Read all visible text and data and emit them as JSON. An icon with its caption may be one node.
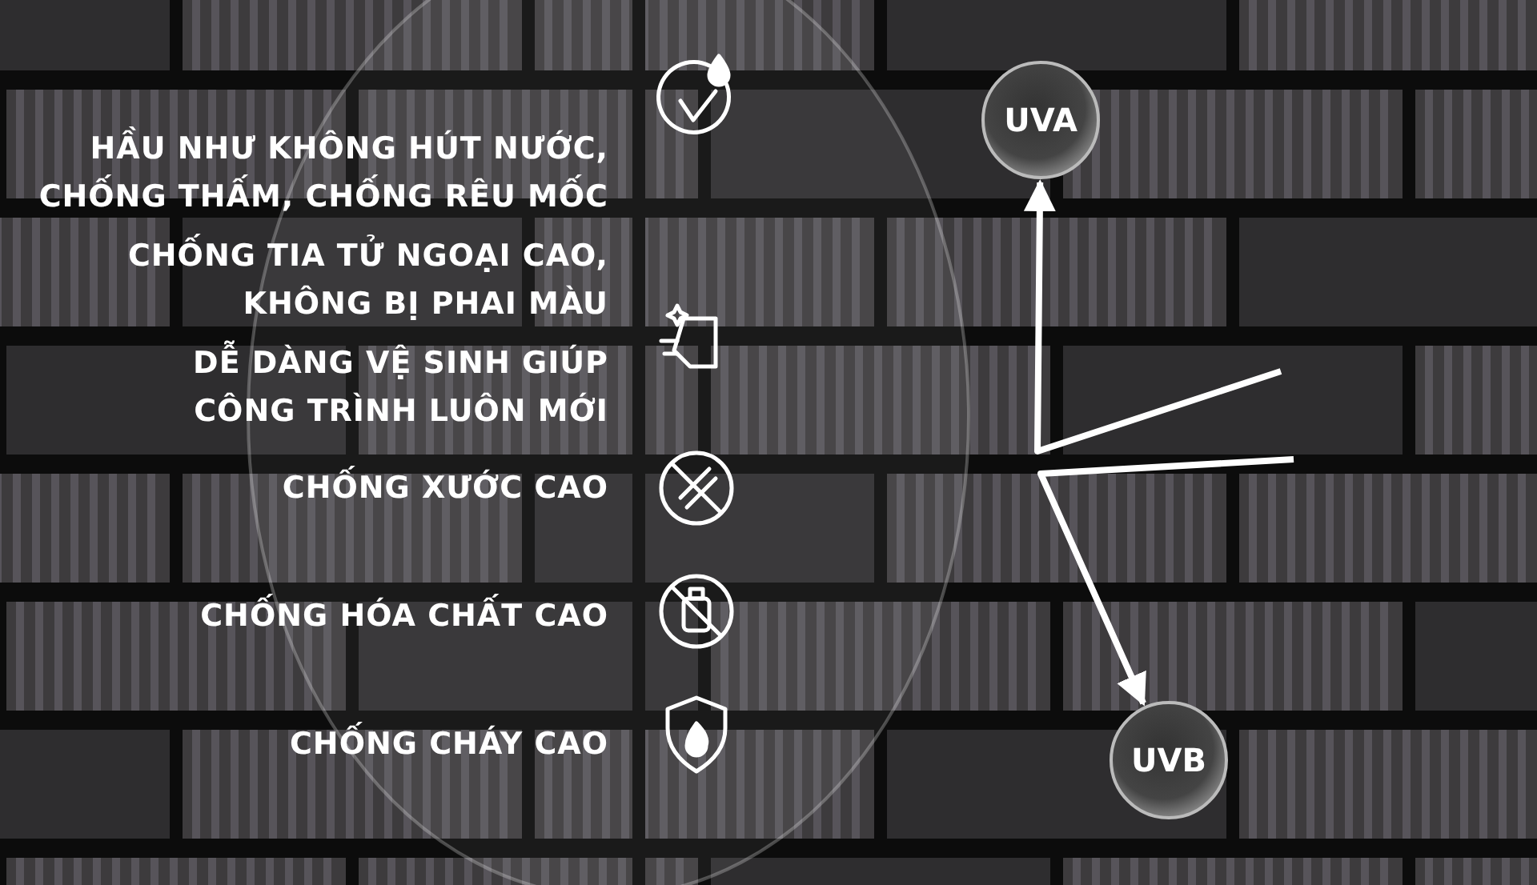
{
  "diagram": {
    "nodes": [
      {
        "text": [
          "UVA"
        ]
      },
      {
        "text": [
          "UVB"
        ]
      }
    ],
    "edges": [
      {
        "from": null,
        "to": 0,
        "arrow": "to"
      },
      {
        "from": null,
        "to": 1,
        "arrow": "to"
      }
    ],
    "labels": [
      "HẦU NHƯ KHÔNG HÚT NƯỚC, CHỐNG THẤM, CHỐNG RÊU MỐC",
      "CHỐNG TIA TỬ NGOẠI CAO, KHÔNG BỊ PHAI MÀU",
      "DỄ DÀNG VỆ SINH GIÚP CÔNG TRÌNH LUÔN MỚI",
      "CHỐNG XƯỚC CAO",
      "CHỐNG HÓA CHẤT CAO",
      "CHỐNG CHÁY CAO"
    ]
  }
}
